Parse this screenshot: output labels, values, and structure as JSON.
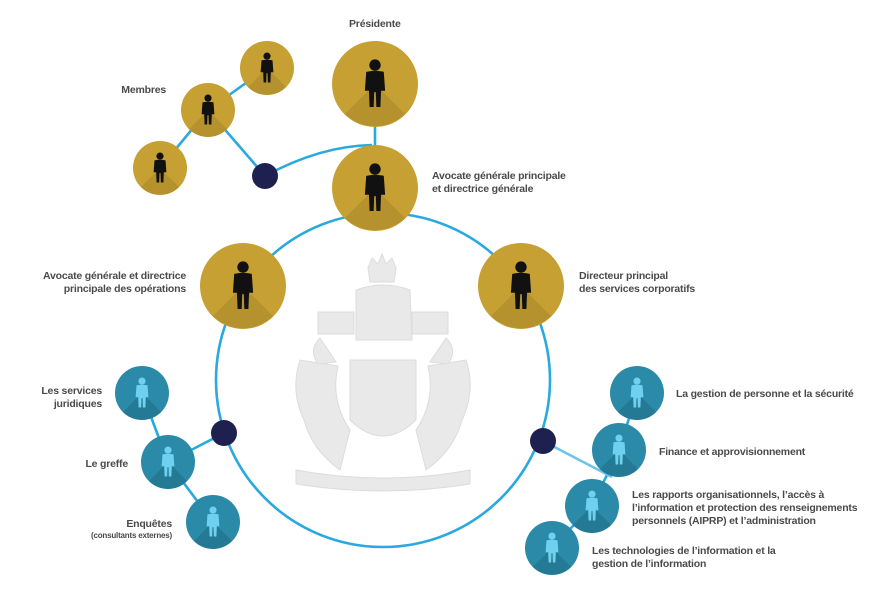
{
  "colors": {
    "ring": "#29a9e0",
    "link_light": "#6cc4ea",
    "gold": "#c6a032",
    "gold_shadow": "#a8862a",
    "teal": "#2b8aa8",
    "teal_shadow": "#1f6e87",
    "person_dark": "#111111",
    "person_light": "#6fd0ef",
    "junction": "#1e2050",
    "emblem": "#e8e8e8"
  },
  "nodes": {
    "presidente": "Présidente",
    "membres": "Membres",
    "avocate_principale": [
      "Avocate générale principale",
      "et directrice générale"
    ],
    "avocate_operations": [
      "Avocate générale et directrice",
      "principale des opérations"
    ],
    "directeur_services": [
      "Directeur principal",
      "des services corporatifs"
    ],
    "services_juridiques": [
      "Les services",
      "juridiques"
    ],
    "greffe": "Le greffe",
    "enquetes": "Enquêtes",
    "enquetes_note": "(consultants externes)",
    "gestion_personne": "La gestion de personne et la sécurité",
    "finance": "Finance et approvisionnement",
    "rapports": [
      "Les rapports organisationnels, l’accès à",
      "l’information et protection des renseignements",
      "personnels (AIPRP) et l’administration"
    ],
    "technologies": [
      "Les technologies de l’information et la",
      "gestion de l’information"
    ]
  },
  "icons": {
    "person": "person-icon",
    "emblem": "coat-of-arms-emblem"
  }
}
